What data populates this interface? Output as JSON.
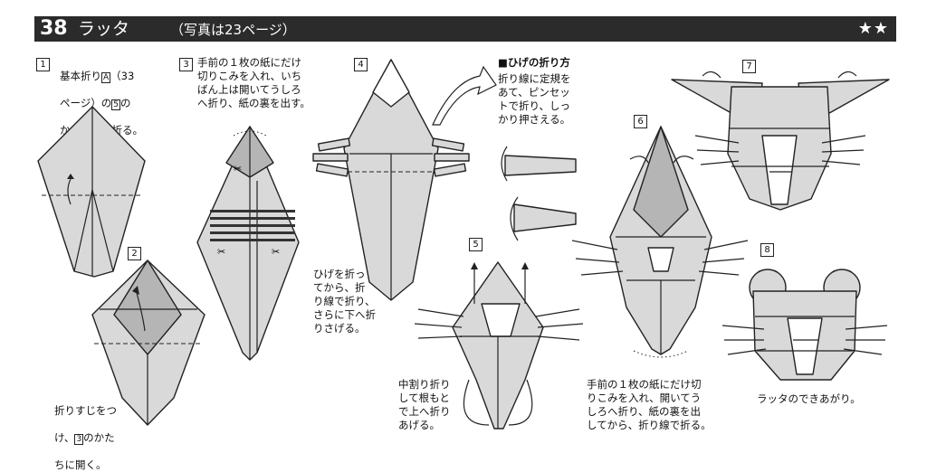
{
  "header": {
    "number": "38",
    "title": "ラッタ",
    "subtitle": "（写真は23ページ）",
    "rating": "★★"
  },
  "steps": [
    {
      "no": "1",
      "lines": [
        "基本折り",
        "（33",
        "ページ）の",
        "の",
        "かたちまで折る。"
      ],
      "box_a": "A",
      "box_b": "5"
    },
    {
      "no": "2",
      "lines": [
        "折りすじをつ",
        "け、",
        "のかた",
        "ちに開く。"
      ],
      "box": "3"
    },
    {
      "no": "3",
      "text": "手前の１枚の紙にだけ\n切りこみを入れ、いち\nばん上は開いてうしろ\nへ折り、紙の裏を出す。"
    },
    {
      "no": "4",
      "text": "ひげを折っ\nてから、折\nり線で折り、\nさらに下へ折\nりさげる。"
    },
    {
      "no": "5",
      "text": "中割り折り\nして根もと\nで上へ折り\nあげる。"
    },
    {
      "no": "6",
      "text": "手前の１枚の紙にだけ切\nりこみを入れ、開いてう\nしろへ折り、紙の裏を出\nしてから、折り線で折る。"
    },
    {
      "no": "7",
      "text": ""
    },
    {
      "no": "8",
      "text": "ラッタのできあがり。"
    }
  ],
  "tip": {
    "heading": "■ひげの折り方",
    "text": "折り線に定規を\nあて、ピンセッ\nトで折り、しっ\nかり押さえる。"
  }
}
